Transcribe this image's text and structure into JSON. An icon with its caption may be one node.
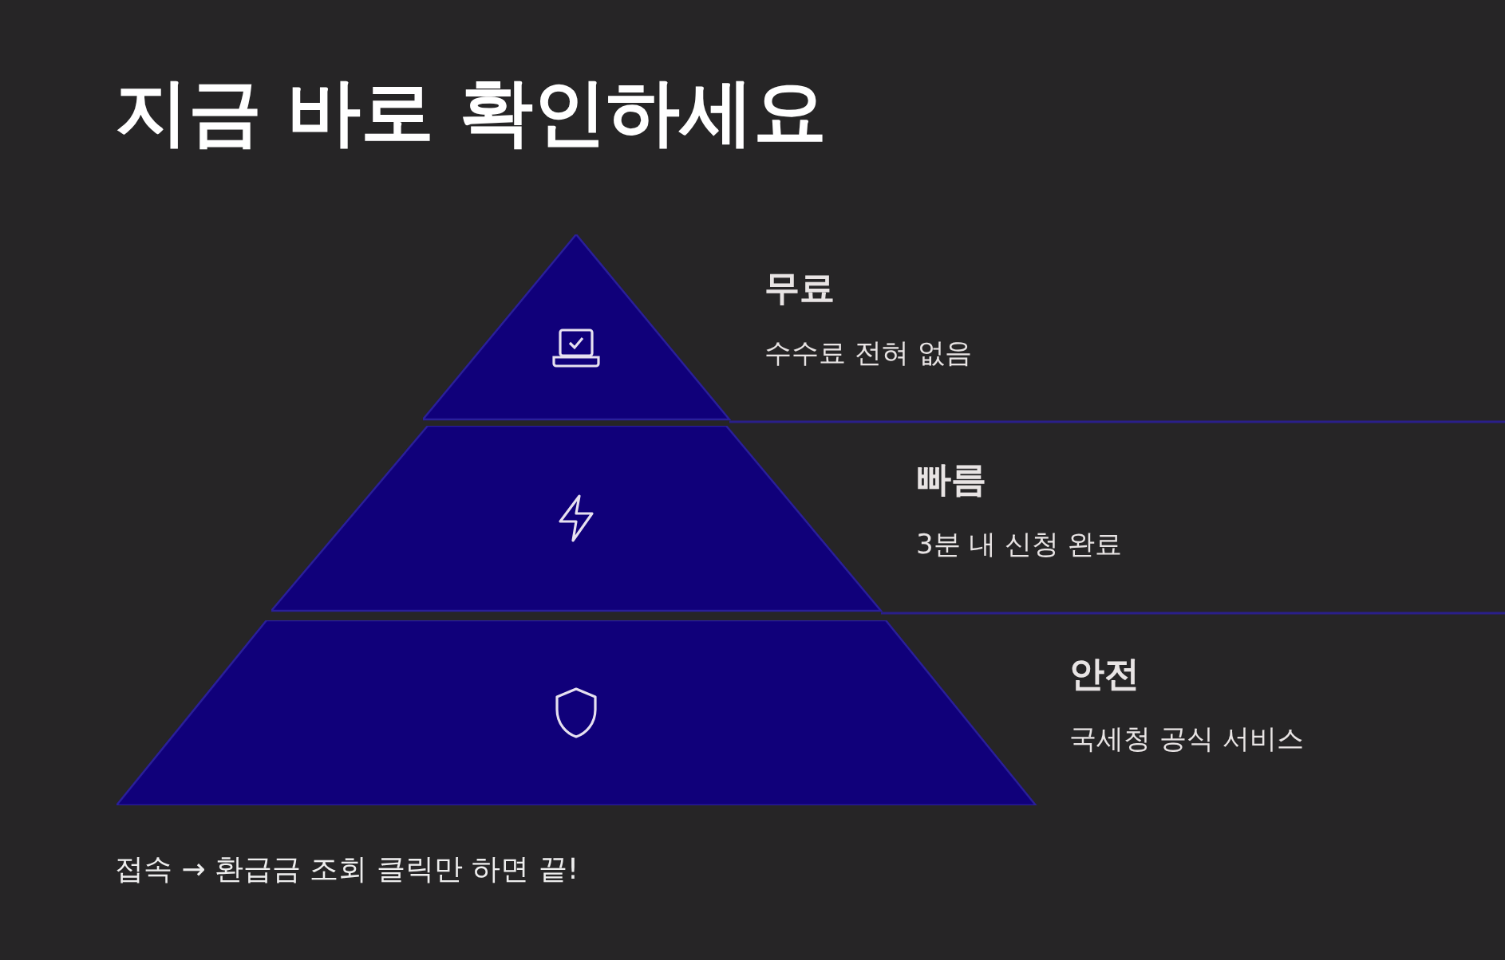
{
  "diagram": {
    "title": "지금 바로 확인하세요",
    "nodes": [
      {
        "text": [
          "무료",
          "수수료 전혀 없음"
        ]
      },
      {
        "text": [
          "빠름",
          "3분 내 신청 완료"
        ]
      },
      {
        "text": [
          "안전",
          "국세청 공식 서비스"
        ]
      }
    ],
    "caption": "접속 → 환급금 조회 클릭만 하면 끝!"
  }
}
